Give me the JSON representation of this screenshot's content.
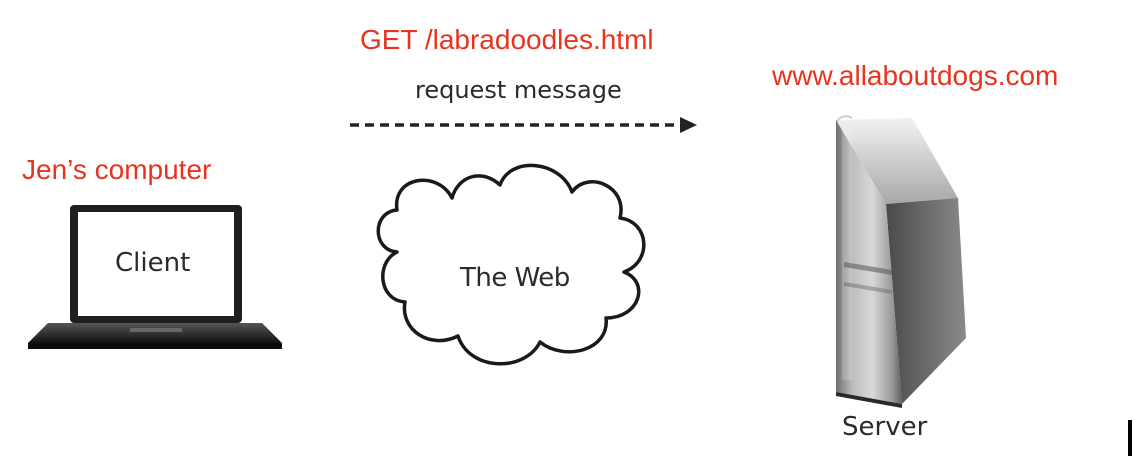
{
  "request": {
    "url": "GET /labradoodles.html",
    "label": "request message"
  },
  "client": {
    "owner": "Jen’s computer",
    "label": "Client"
  },
  "web": {
    "label": "The Web"
  },
  "server": {
    "host": "www.allaboutdogs.com",
    "label": "Server"
  },
  "colors": {
    "accent_red": "#e8341c",
    "text_dark": "#2b2b2b",
    "arrow": "#222222"
  },
  "icons": {
    "client": "laptop-icon",
    "web": "cloud-icon",
    "server": "server-tower-icon",
    "arrow": "dashed-arrow-right"
  }
}
